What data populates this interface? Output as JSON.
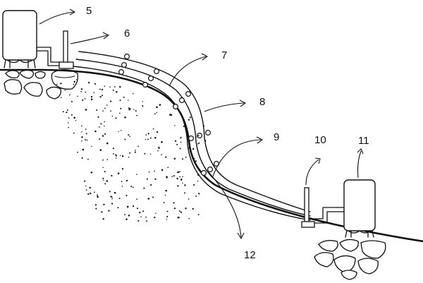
{
  "labels": {
    "l5": "5",
    "l6": "6",
    "l7": "7",
    "l8": "8",
    "l9": "9",
    "l10": "10",
    "l11": "11",
    "l12": "12"
  },
  "colors": {
    "ink": "#111111",
    "background": "#ffffff"
  }
}
